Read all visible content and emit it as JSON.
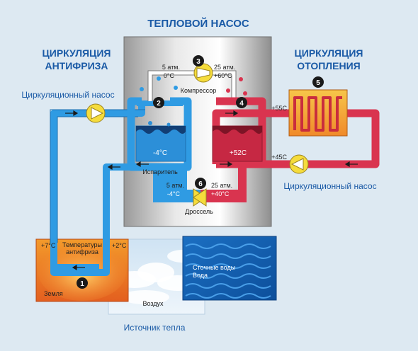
{
  "title": "ТЕПЛОВОЙ НАСОС",
  "left_heading": [
    "ЦИРКУЛЯЦИЯ",
    "АНТИФРИЗА"
  ],
  "right_heading": [
    "ЦИРКУЛЯЦИЯ",
    "ОТОПЛЕНИЯ"
  ],
  "left_pump_label": "Циркуляционный насос",
  "right_pump_label": "Циркуляционный насос",
  "heat_source_label": "Источник тепла",
  "markers": [
    "1",
    "2",
    "3",
    "4",
    "5",
    "6"
  ],
  "compressor": {
    "label": "Компрессор",
    "left_pressure": "5 атм.",
    "left_temp": "0°С",
    "right_pressure": "25 атм.",
    "right_temp": "+60°С"
  },
  "evaporator": {
    "label": "Испаритель",
    "temp": "-4°С"
  },
  "condenser": {
    "temp": "+52С"
  },
  "throttle": {
    "label": "Дроссель",
    "left_pressure": "5 атм.",
    "left_temp": "-4°С",
    "right_pressure": "25 атм.",
    "right_temp": "+40°С"
  },
  "heating_temps": {
    "supply": "+55С",
    "return": "+45С"
  },
  "ground": {
    "label": "Земля",
    "temp_left": "+7°С",
    "temp_right": "+2°С",
    "temp_caption": [
      "Температуры",
      "антифриза"
    ]
  },
  "water_label": [
    "Сточные воды",
    "Вода"
  ],
  "air_label": "Воздух",
  "colors": {
    "blue_pipe": "#2f9be3",
    "red_pipe": "#d9344f",
    "title_blue": "#1a5aa6",
    "pump_yellow": "#f5dc3c"
  }
}
